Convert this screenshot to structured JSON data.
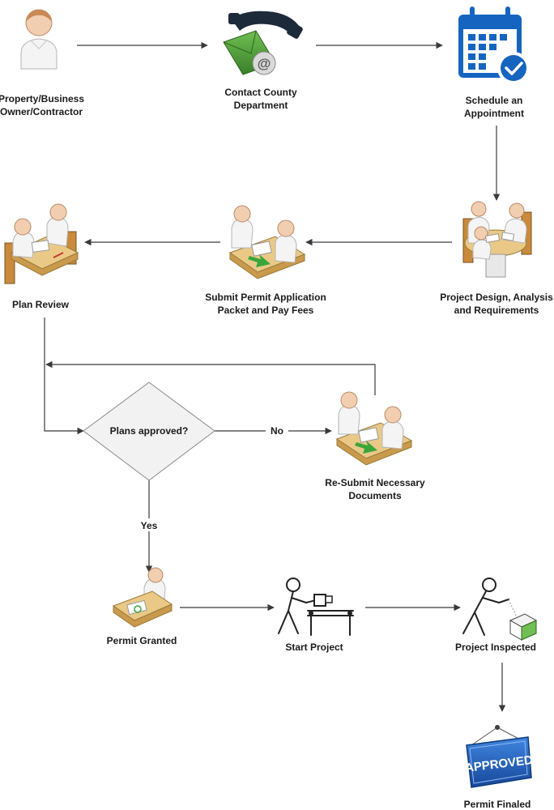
{
  "nodes": {
    "owner": {
      "line1": "Property/Business",
      "line2": "Owner/Contractor",
      "icon": "person-icon"
    },
    "contact": {
      "line1": "Contact County",
      "line2": "Department",
      "icon": "phone-email-icon",
      "email_symbol": "@"
    },
    "schedule": {
      "line1": "Schedule an",
      "line2": "Appointment",
      "icon": "calendar-check-icon"
    },
    "design": {
      "line1": "Project Design, Analysis",
      "line2": "and Requirements",
      "icon": "meeting-group-icon"
    },
    "submit": {
      "line1": "Submit Permit Application",
      "line2": "Packet and Pay Fees",
      "icon": "document-exchange-icon"
    },
    "review": {
      "line1": "Plan Review",
      "icon": "desk-review-icon"
    },
    "decision": {
      "line1": "Plans approved?"
    },
    "resubmit": {
      "line1": "Re-Submit Necessary",
      "line2": "Documents",
      "icon": "document-exchange-icon"
    },
    "granted": {
      "line1": "Permit Granted",
      "icon": "desk-person-icon"
    },
    "start": {
      "line1": "Start Project",
      "icon": "worker-conveyor-icon"
    },
    "inspected": {
      "line1": "Project Inspected",
      "icon": "inspector-box-icon"
    },
    "finaled": {
      "line1": "Permit Finaled",
      "icon": "approved-sign-icon",
      "sign_text": "APPROVED"
    }
  },
  "edges": {
    "no_label": "No",
    "yes_label": "Yes"
  },
  "colors": {
    "calendar_blue": "#1565c0",
    "envelope_green": "#4f9a3c",
    "arrow_green": "#3aa63a",
    "sign_blue": "#1f5fb8"
  }
}
